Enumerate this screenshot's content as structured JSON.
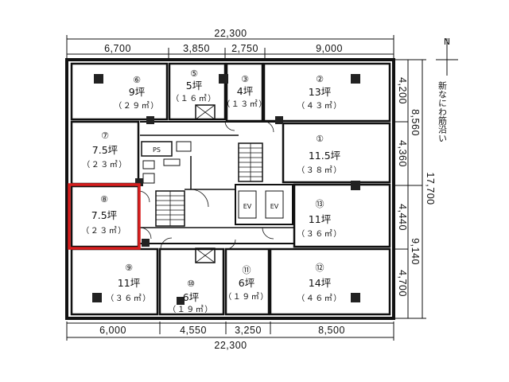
{
  "dimensions": {
    "top_total": "22,300",
    "top_segments": [
      "6,700",
      "3,850",
      "2,750",
      "9,000"
    ],
    "bottom_total": "22,300",
    "bottom_segments": [
      "6,000",
      "4,550",
      "3,250",
      "8,500"
    ],
    "right_inner": [
      "4,200",
      "4,360",
      "4,440",
      "4,700"
    ],
    "right_mid": [
      "8,560",
      "9,140"
    ],
    "right_total": "17,700"
  },
  "street_label": "新なにわ筋沿い",
  "compass_label": "N",
  "units": [
    {
      "no": "⑥",
      "tsubo": "9坪",
      "m2": "（２９㎡）"
    },
    {
      "no": "⑤",
      "tsubo": "5坪",
      "m2": "（１６㎡）"
    },
    {
      "no": "③",
      "tsubo": "4坪",
      "m2": "（１３㎡）"
    },
    {
      "no": "②",
      "tsubo": "13坪",
      "m2": "（４３㎡）"
    },
    {
      "no": "⑦",
      "tsubo": "7.5坪",
      "m2": "（２３㎡）"
    },
    {
      "no": "①",
      "tsubo": "11.5坪",
      "m2": "（３８㎡）"
    },
    {
      "no": "⑧",
      "tsubo": "7.5坪",
      "m2": "（２３㎡）"
    },
    {
      "no": "⑬",
      "tsubo": "11坪",
      "m2": "（３６㎡）"
    },
    {
      "no": "⑨",
      "tsubo": "11坪",
      "m2": "（３６㎡）"
    },
    {
      "no": "⑩",
      "tsubo": "6坪",
      "m2": "（１９㎡）"
    },
    {
      "no": "⑪",
      "tsubo": "6坪",
      "m2": "（１９㎡）"
    },
    {
      "no": "⑫",
      "tsubo": "14坪",
      "m2": "（４６㎡）"
    }
  ],
  "core": {
    "ps_label": "PS",
    "ev_labels": [
      "EV",
      "EV"
    ]
  },
  "highlight": {
    "unit": "⑧",
    "color": "#d81e1e"
  }
}
